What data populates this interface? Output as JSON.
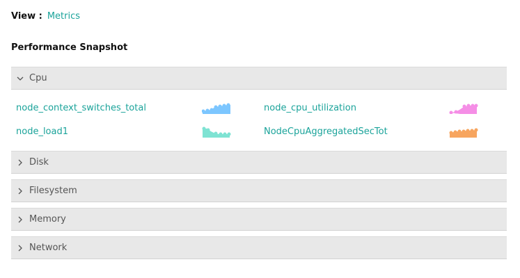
{
  "view": {
    "label": "View :",
    "value": "Metrics"
  },
  "section_title": "Performance Snapshot",
  "groups": [
    {
      "label": "Cpu",
      "expanded": true,
      "metrics": [
        {
          "name": "node_context_switches_total",
          "color": "#7cc6ff",
          "shape": "rising"
        },
        {
          "name": "node_cpu_utilization",
          "color": "#f58ee6",
          "shape": "step-up"
        },
        {
          "name": "node_load1",
          "color": "#7fe3d3",
          "shape": "falling"
        },
        {
          "name": "NodeCpuAggregatedSecTot",
          "color": "#f7a55f",
          "shape": "flat-high"
        }
      ]
    },
    {
      "label": "Disk",
      "expanded": false
    },
    {
      "label": "Filesystem",
      "expanded": false
    },
    {
      "label": "Memory",
      "expanded": false
    },
    {
      "label": "Network",
      "expanded": false
    }
  ],
  "icons": {
    "expanded": "chevron-down-icon",
    "collapsed": "chevron-right-icon"
  }
}
